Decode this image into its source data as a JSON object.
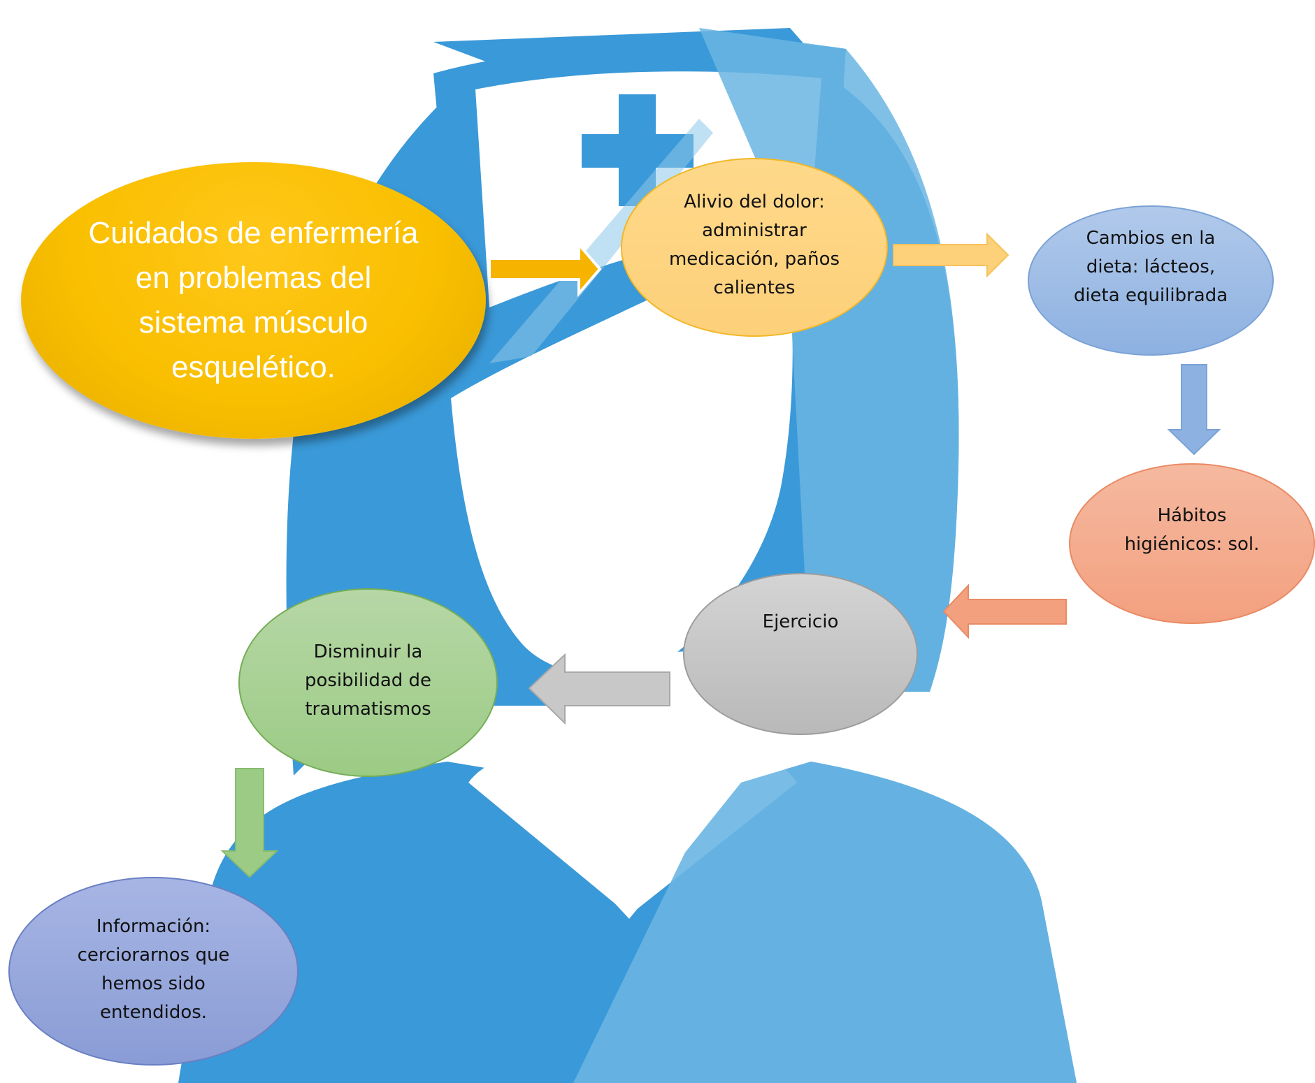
{
  "diagram": {
    "main_title": "Cuidados de enfermería\nen problemas del\nsistema músculo\nesquelético.",
    "nodes": [
      {
        "id": "alivio",
        "text": "Alivio del dolor:\nadministrar\nmedicación, paños\ncalientes"
      },
      {
        "id": "dieta",
        "text": "Cambios en la\ndieta: lácteos,\ndieta equilibrada"
      },
      {
        "id": "habitos",
        "text": "Hábitos\nhigiénicos: sol."
      },
      {
        "id": "ejercicio",
        "text": "Ejercicio"
      },
      {
        "id": "traumatismos",
        "text": "Disminuir la\nposibilidad de\ntraumatismos"
      },
      {
        "id": "informacion",
        "text": "Información:\ncerciorarnos que\nhemos sido\nentendidos."
      }
    ],
    "colors": {
      "background": "#ffffff",
      "silhouette_dark": "#3497d6",
      "silhouette_light": "#5faee0",
      "main_node": "#f9bf00",
      "arrow_main": "#f6b300",
      "arrow_alivio": "#fdd07a",
      "arrow_dieta": "#8db1e1",
      "arrow_habitos": "#f3a07f",
      "arrow_ejercicio": "#c8c8c8",
      "arrow_traumatismos": "#9ccb85"
    },
    "background_figure": "nurse-silhouette-with-cross-cap"
  }
}
